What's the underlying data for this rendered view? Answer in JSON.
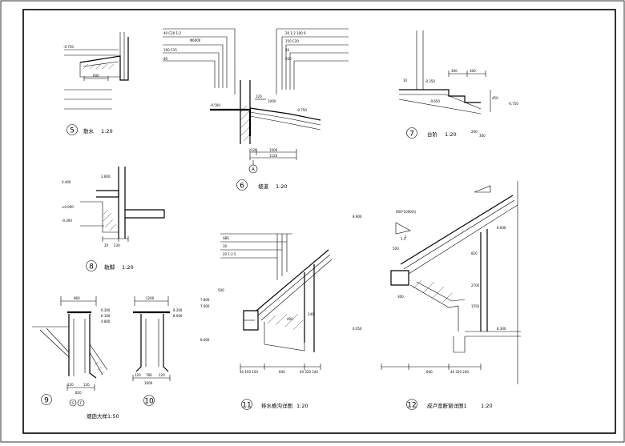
{
  "details": [
    {
      "num": "5",
      "title": "散水",
      "scale": "1:20",
      "dims": [
        "-0.750",
        "600"
      ]
    },
    {
      "num": "6",
      "title": "坡道",
      "scale": "1:20",
      "axis": "A",
      "layers": [
        "40 C20 1:2",
        "Φ6000",
        "100 C15",
        "80"
      ],
      "layers_right": [
        "20 1:2 100 6",
        "150 C20",
        "50",
        "200"
      ],
      "dims": [
        "-0.500",
        "-0.750",
        "120",
        "1000",
        "1120"
      ]
    },
    {
      "num": "7",
      "title": "台阶",
      "scale": "1:20",
      "dims": [
        "10",
        "-0.350",
        "-0.650",
        "-0.750",
        "300",
        "300",
        "450",
        "200",
        "300"
      ]
    },
    {
      "num": "8",
      "title": "勒脚",
      "scale": "1:20",
      "dims": [
        "3.600",
        "0.400",
        "±0.000",
        "-0.300",
        "20",
        "230"
      ]
    },
    {
      "num": "9",
      "title": "",
      "scale": "",
      "dims": [
        "960",
        "6.300",
        "6.100",
        "4.800",
        "120",
        "120",
        "820",
        "G",
        "F"
      ]
    },
    {
      "num": "10",
      "title": "",
      "scale": "",
      "dims": [
        "1260",
        "8.200",
        "8.000",
        "120",
        "780",
        "120",
        "1000"
      ]
    },
    {
      "num": "11",
      "title": "排水檐沟详图",
      "scale": "1:20",
      "layers": [
        "SBS",
        "30",
        "20 1:2.5"
      ],
      "dims": [
        "500",
        "7.800",
        "7.600",
        "8.000",
        "240",
        "400",
        "40 100 150",
        "840",
        "40 320 240"
      ]
    },
    {
      "num": "12",
      "title": "成卢宽断窗详图1",
      "scale": "1:20",
      "dims": [
        "900*1000(h)",
        "8.600",
        "8.900",
        "8.300",
        "6.050",
        "1",
        "1.5",
        "500",
        "820",
        "2700",
        "1550",
        "300",
        "840",
        "40 320 240"
      ]
    }
  ],
  "shared_title": {
    "text": "烟囱大样",
    "scale": "1:50"
  }
}
